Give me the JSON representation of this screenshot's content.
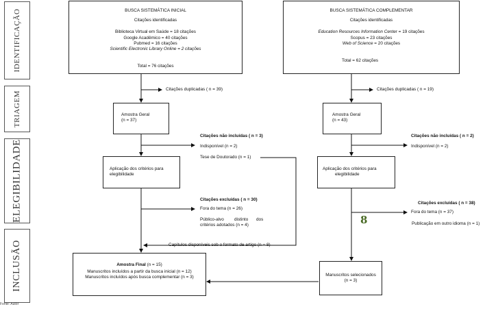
{
  "stages": {
    "identificacao": "IDENTIFICAÇÃO",
    "triagem": "TRIAGEM",
    "elegibilidade": "ELEGIBILIDADE",
    "inclusao": "INCLUSÃO"
  },
  "initial": {
    "title": "BUSCA SISTEMÁTICA INICIAL",
    "subtitle": "Citações identificadas",
    "sources": [
      "Biblioteca Virtual em Saúde = 18 citações",
      "Google Acadêmico = 40 citações",
      "Pubmed = 16 citações",
      "Scientific Electronic Library Online = 2 citações"
    ],
    "total": "Total = 76 citações",
    "duplicates": "Citações duplicadas ( n = 39)",
    "sample_title": "Amostra Geral",
    "sample_n": "(n = 37)",
    "not_included_title": "Citações não incluídas ( n = 3)",
    "not_included_1": "Indisponível (n = 2)",
    "not_included_2": "Tese de Doutorado (n = 1)",
    "criteria_1": "Aplicação dos critérios para",
    "criteria_2": "elegibilidade",
    "excluded_title": "Citações excluídas ( n = 30)",
    "excluded_1": "Fora do tema (n = 26)",
    "excluded_2a": "Público-alvo",
    "excluded_2b": "distinto",
    "excluded_2c": "dos",
    "excluded_3": "critérios adotados (n = 4)",
    "chapters": "Capítulos disponíveis sob o formato de artigo (n = 8)"
  },
  "complementary": {
    "title": "BUSCA SISTEMÁTICA COMPLEMENTAR",
    "subtitle": "Citações identificadas",
    "source_1_name": "Education Resources Information Center",
    "source_1_value": " = 19 citações",
    "source_2": "Scopus = 23 citações",
    "source_3_name": "Web of Science",
    "source_3_value": " = 20 citações",
    "total": "Total = 62 citações",
    "duplicates": "Citações duplicadas ( n = 19)",
    "sample_title": "Amostra Geral",
    "sample_n": "(n = 43)",
    "not_included_title": "Citações não incluídas ( n = 2)",
    "not_included_1": "Indisponível (n = 2)",
    "criteria_1": "Aplicação dos critérios para",
    "criteria_2": "elegibilidade",
    "excluded_title": "Citações excluídas ( n = 38)",
    "excluded_1": "Fora do tema (n = 37)",
    "excluded_2": "Publicação em outro idioma (n = 1)",
    "selected_1": "Manuscritos selecionados",
    "selected_2": "(n = 3)"
  },
  "final": {
    "title": "Amostra Final",
    "title_value": " (n = 15)",
    "line_1": "Manuscritos incluídos a partir da busca inicial (n = 12)",
    "line_2": "Manuscritos incluídos após busca complementar (n = 3)"
  },
  "page_number": "8",
  "footer": "Fonte: Autor"
}
